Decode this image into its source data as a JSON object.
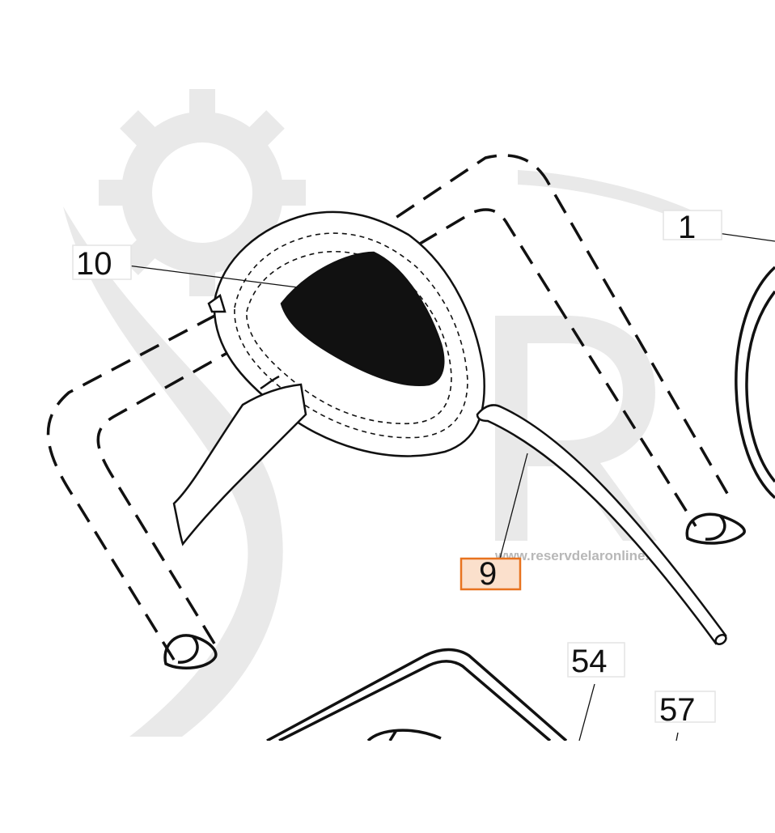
{
  "watermark": {
    "url": "www.reservdelaronline.se",
    "letter": "R",
    "color": "#e9e9e9",
    "url_color": "#b8b8b8"
  },
  "callouts": [
    {
      "id": "c10",
      "text": "10",
      "highlighted": false
    },
    {
      "id": "c1",
      "text": "1",
      "highlighted": false
    },
    {
      "id": "c9",
      "text": "9",
      "highlighted": true
    },
    {
      "id": "c54",
      "text": "54",
      "highlighted": false
    },
    {
      "id": "c57",
      "text": "57",
      "highlighted": false
    }
  ],
  "colors": {
    "highlight_border": "#e8731f",
    "highlight_fill": "#fbe0cc",
    "line": "#111111",
    "tag_border": "#e4e4e4"
  }
}
